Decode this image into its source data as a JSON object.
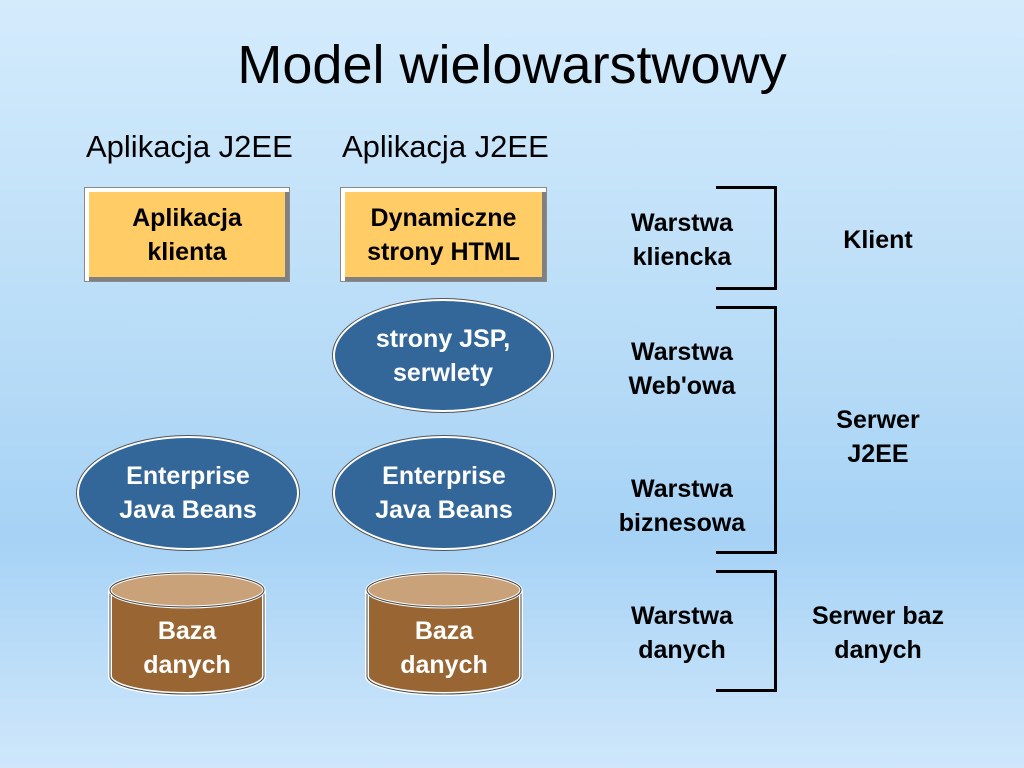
{
  "title": "Model wielowarstwowy",
  "columns": [
    {
      "heading": "Aplikacja J2EE",
      "client_box": "Aplikacja klienta",
      "client_box_lines": [
        "Aplikacja",
        "klienta"
      ],
      "web_ellipse_lines": [],
      "ejb_lines": [
        "Enterprise",
        "Java Beans"
      ],
      "db_lines": [
        "Baza",
        "danych"
      ]
    },
    {
      "heading": "Aplikacja J2EE",
      "client_box_lines": [
        "Dynamiczne",
        "strony HTML"
      ],
      "web_ellipse_lines": [
        "strony JSP,",
        "serwlety"
      ],
      "ejb_lines": [
        "Enterprise",
        "Java Beans"
      ],
      "db_lines": [
        "Baza",
        "danych"
      ]
    }
  ],
  "layers": [
    {
      "lines": [
        "Warstwa",
        "kliencka"
      ]
    },
    {
      "lines": [
        "Warstwa",
        "Web'owa"
      ]
    },
    {
      "lines": [
        "Warstwa",
        "biznesowa"
      ]
    },
    {
      "lines": [
        "Warstwa",
        "danych"
      ]
    }
  ],
  "tiers": [
    {
      "lines": [
        "Klient"
      ]
    },
    {
      "lines": [
        "Serwer",
        "J2EE"
      ]
    },
    {
      "lines": [
        "Serwer baz",
        "danych"
      ]
    }
  ],
  "colors": {
    "box_fill": "#ffcc66",
    "ellipse_fill": "#336699",
    "cylinder_fill": "#996633",
    "cylinder_top": "#c9a27a"
  }
}
